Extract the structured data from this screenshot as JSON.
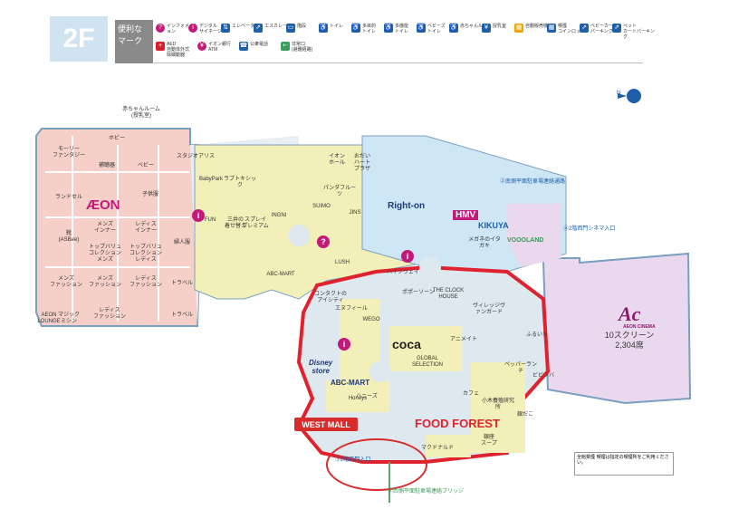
{
  "floor": "2F",
  "legend": {
    "title": "便利な\nマーク",
    "items": [
      {
        "icon": "?",
        "label": "インフォメーション",
        "color": "mag"
      },
      {
        "icon": "i",
        "label": "デジタル\nサイネージ",
        "color": "mag"
      },
      {
        "icon": "⇅",
        "label": "エレベーター",
        "color": "blu"
      },
      {
        "icon": "⇗",
        "label": "エスカレーター",
        "color": "blu"
      },
      {
        "icon": "▭",
        "label": "階段",
        "color": "blu"
      },
      {
        "icon": "♿",
        "label": "トイレ",
        "color": "blu"
      },
      {
        "icon": "♿",
        "label": "多目的\nトイレ",
        "color": "blu"
      },
      {
        "icon": "♿",
        "label": "多機能\nトイレ",
        "color": "blu"
      },
      {
        "icon": "♿",
        "label": "ベビーズ\nトイレ",
        "color": "blu"
      },
      {
        "icon": "♿",
        "label": "赤ちゃんルーム",
        "color": "blu"
      },
      {
        "icon": "¥",
        "label": "授乳室",
        "color": "blu"
      },
      {
        "icon": "▦",
        "label": "自動販売機",
        "color": "yel"
      },
      {
        "icon": "▦",
        "label": "喫煙\nコインロッカー",
        "color": "blu"
      },
      {
        "icon": "⇗",
        "label": "ベビーカー\nパーキング",
        "color": "blu"
      },
      {
        "icon": "⇗",
        "label": "ペット\nカートパーキング",
        "color": "blu"
      }
    ],
    "items2": [
      {
        "icon": "+",
        "label": "AED\n自動体外式\n除細動器",
        "color": "red"
      },
      {
        "icon": "¥",
        "label": "イオン銀行\nATM",
        "color": "mag"
      },
      {
        "icon": "☎",
        "label": "公衆電話",
        "color": "blu"
      },
      {
        "icon": "⇠",
        "label": "非常口\n(避難経路)",
        "color": "grn"
      }
    ]
  },
  "areas": {
    "aeon_labels": [
      {
        "text": "モーリー\nファンタジー"
      },
      {
        "text": "ホビー"
      },
      {
        "text": "補聴器"
      },
      {
        "text": "ベビー"
      },
      {
        "text": "ランドセル"
      },
      {
        "text": "子供服"
      },
      {
        "text": "メンズ\nインナー"
      },
      {
        "text": "レディス\nインナー"
      },
      {
        "text": "靴\n(ASBee)"
      },
      {
        "text": "トップバリュ\nコレクション\nメンズ"
      },
      {
        "text": "トップバリュ\nコレクション\nレディス"
      },
      {
        "text": "メンズ\nファッション"
      },
      {
        "text": "メンズ\nファッション"
      },
      {
        "text": "レディス\nファッション"
      },
      {
        "text": "レディス\nファッション"
      },
      {
        "text": "AEON\nLOUNGE"
      },
      {
        "text": "マジック\nミシン"
      },
      {
        "text": "婦人服"
      },
      {
        "text": "トラベル"
      },
      {
        "text": "トラベル"
      },
      {
        "text": "スタジオアリス"
      },
      {
        "text": "赤ちゃんルーム\n(授乳室)"
      }
    ],
    "center_labels": [
      {
        "text": "BabyPark"
      },
      {
        "text": "ラブトキシック"
      },
      {
        "text": "FUN"
      },
      {
        "text": "三井の\n着せ替え"
      },
      {
        "text": "INGNI"
      },
      {
        "text": "スプレイ\nプレミアム"
      },
      {
        "text": "SUIMO"
      },
      {
        "text": "JINS"
      },
      {
        "text": "イオン\nホール"
      },
      {
        "text": "おだい\nハート\nプラザ"
      },
      {
        "text": "パンダフルーツ"
      },
      {
        "text": "ABC-MART"
      },
      {
        "text": "LUSH"
      },
      {
        "text": "ハイツウェイ"
      },
      {
        "text": "THE CLOCK\nHOUSE"
      },
      {
        "text": "ポポーソーン"
      },
      {
        "text": "メガネのイタガキ"
      },
      {
        "text": "ヴィレッジヴァンガード"
      },
      {
        "text": "コンタクトの\nアイシティ"
      },
      {
        "text": "WEGO"
      },
      {
        "text": "エヌフィール"
      },
      {
        "text": "ハニーズ"
      },
      {
        "text": "Honeys"
      },
      {
        "text": "アニメイト"
      },
      {
        "text": "GLOBAL\nSELECTION"
      },
      {
        "text": "ふるいち"
      },
      {
        "text": "カフェ"
      },
      {
        "text": "ペッパーランチ"
      },
      {
        "text": "小木養殖研究所"
      },
      {
        "text": "銀だこ"
      },
      {
        "text": "マクドナルド"
      },
      {
        "text": "銀座\nスープ"
      },
      {
        "text": "ビビンバ"
      },
      {
        "text": "10スクリーン\n2,304席"
      }
    ],
    "brands": {
      "aeon": "ÆON",
      "rightson": "Right-on",
      "hmv": "HMV",
      "kikuya": "KIKUYA",
      "village": "VOOOLAND",
      "ac": "Ac",
      "aeoncinema": "AEON CINEMA",
      "coca": "coca",
      "disney": "Disney\nstore",
      "abcmart": "ABC-MART",
      "foodforest": "FOOD FOREST",
      "clock": "THE CLOCK HOUSE",
      "westmall": "WEST MALL"
    },
    "entrances": [
      {
        "text": "②南側平面駐車場連絡通路"
      },
      {
        "text": "③2階西門入口"
      },
      {
        "text": "⑥西側平面駐車場連絡ブリッジ"
      },
      {
        "text": "④2階西門シネマ入口"
      }
    ],
    "notice": "全館禁煙 喫煙は指定の喫煙所をご利用ください。"
  },
  "colors": {
    "aeon_pink": "#f5cfc8",
    "center_yellow": "#f2efb8",
    "right_blue": "#cfe6f4",
    "cinema_purple": "#ead8ee",
    "food_red": "#e0222e",
    "brand_magenta": "#c2197a"
  }
}
